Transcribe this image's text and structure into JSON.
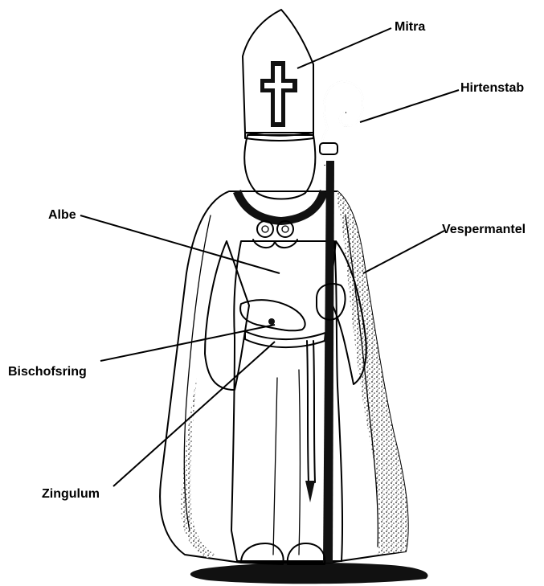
{
  "labels": {
    "mitra": "Mitra",
    "hirtenstab": "Hirtenstab",
    "albe": "Albe",
    "vespermantel": "Vespermantel",
    "bischofsring": "Bischofsring",
    "zingulum": "Zingulum"
  }
}
